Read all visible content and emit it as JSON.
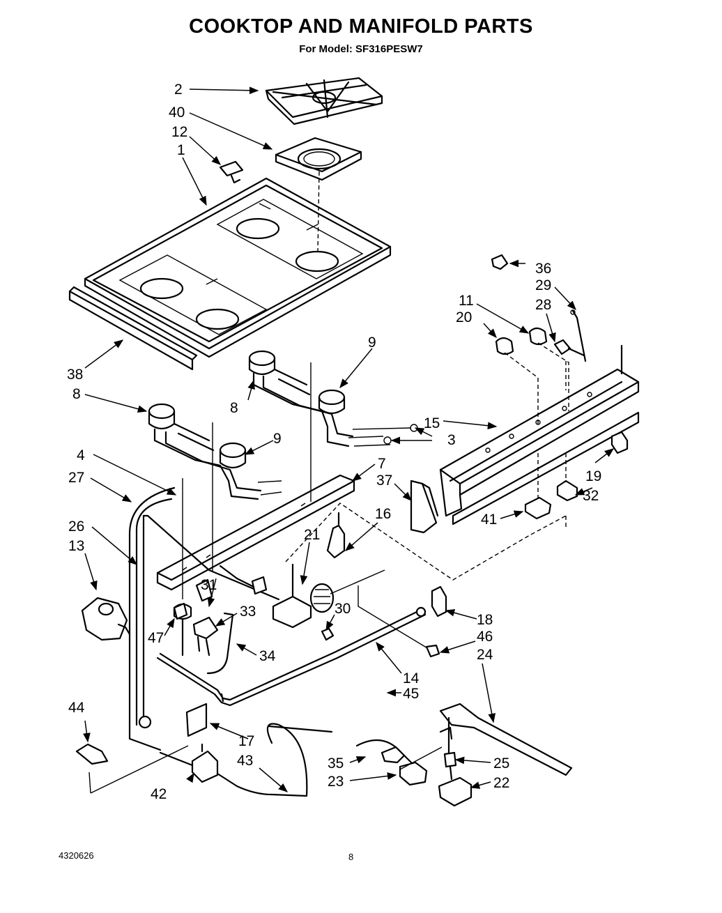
{
  "header": {
    "title": "COOKTOP AND MANIFOLD PARTS",
    "model_line": "For Model: SF316PESW7"
  },
  "footer": {
    "doc_number": "4320626",
    "page_number": "8"
  },
  "callouts": {
    "c1": "1",
    "c2": "2",
    "c3": "3",
    "c4": "4",
    "c7": "7",
    "c8a": "8",
    "c8b": "8",
    "c9a": "9",
    "c9b": "9",
    "c11": "11",
    "c12": "12",
    "c13": "13",
    "c14": "14",
    "c15": "15",
    "c16": "16",
    "c17": "17",
    "c18": "18",
    "c19": "19",
    "c20": "20",
    "c21": "21",
    "c22": "22",
    "c23": "23",
    "c24": "24",
    "c25": "25",
    "c26": "26",
    "c27": "27",
    "c28": "28",
    "c29": "29",
    "c30": "30",
    "c31": "31",
    "c32": "32",
    "c33": "33",
    "c34": "34",
    "c35": "35",
    "c36": "36",
    "c37": "37",
    "c38": "38",
    "c40": "40",
    "c41": "41",
    "c42": "42",
    "c43": "43",
    "c44": "44",
    "c45": "45",
    "c46": "46",
    "c47": "47"
  }
}
